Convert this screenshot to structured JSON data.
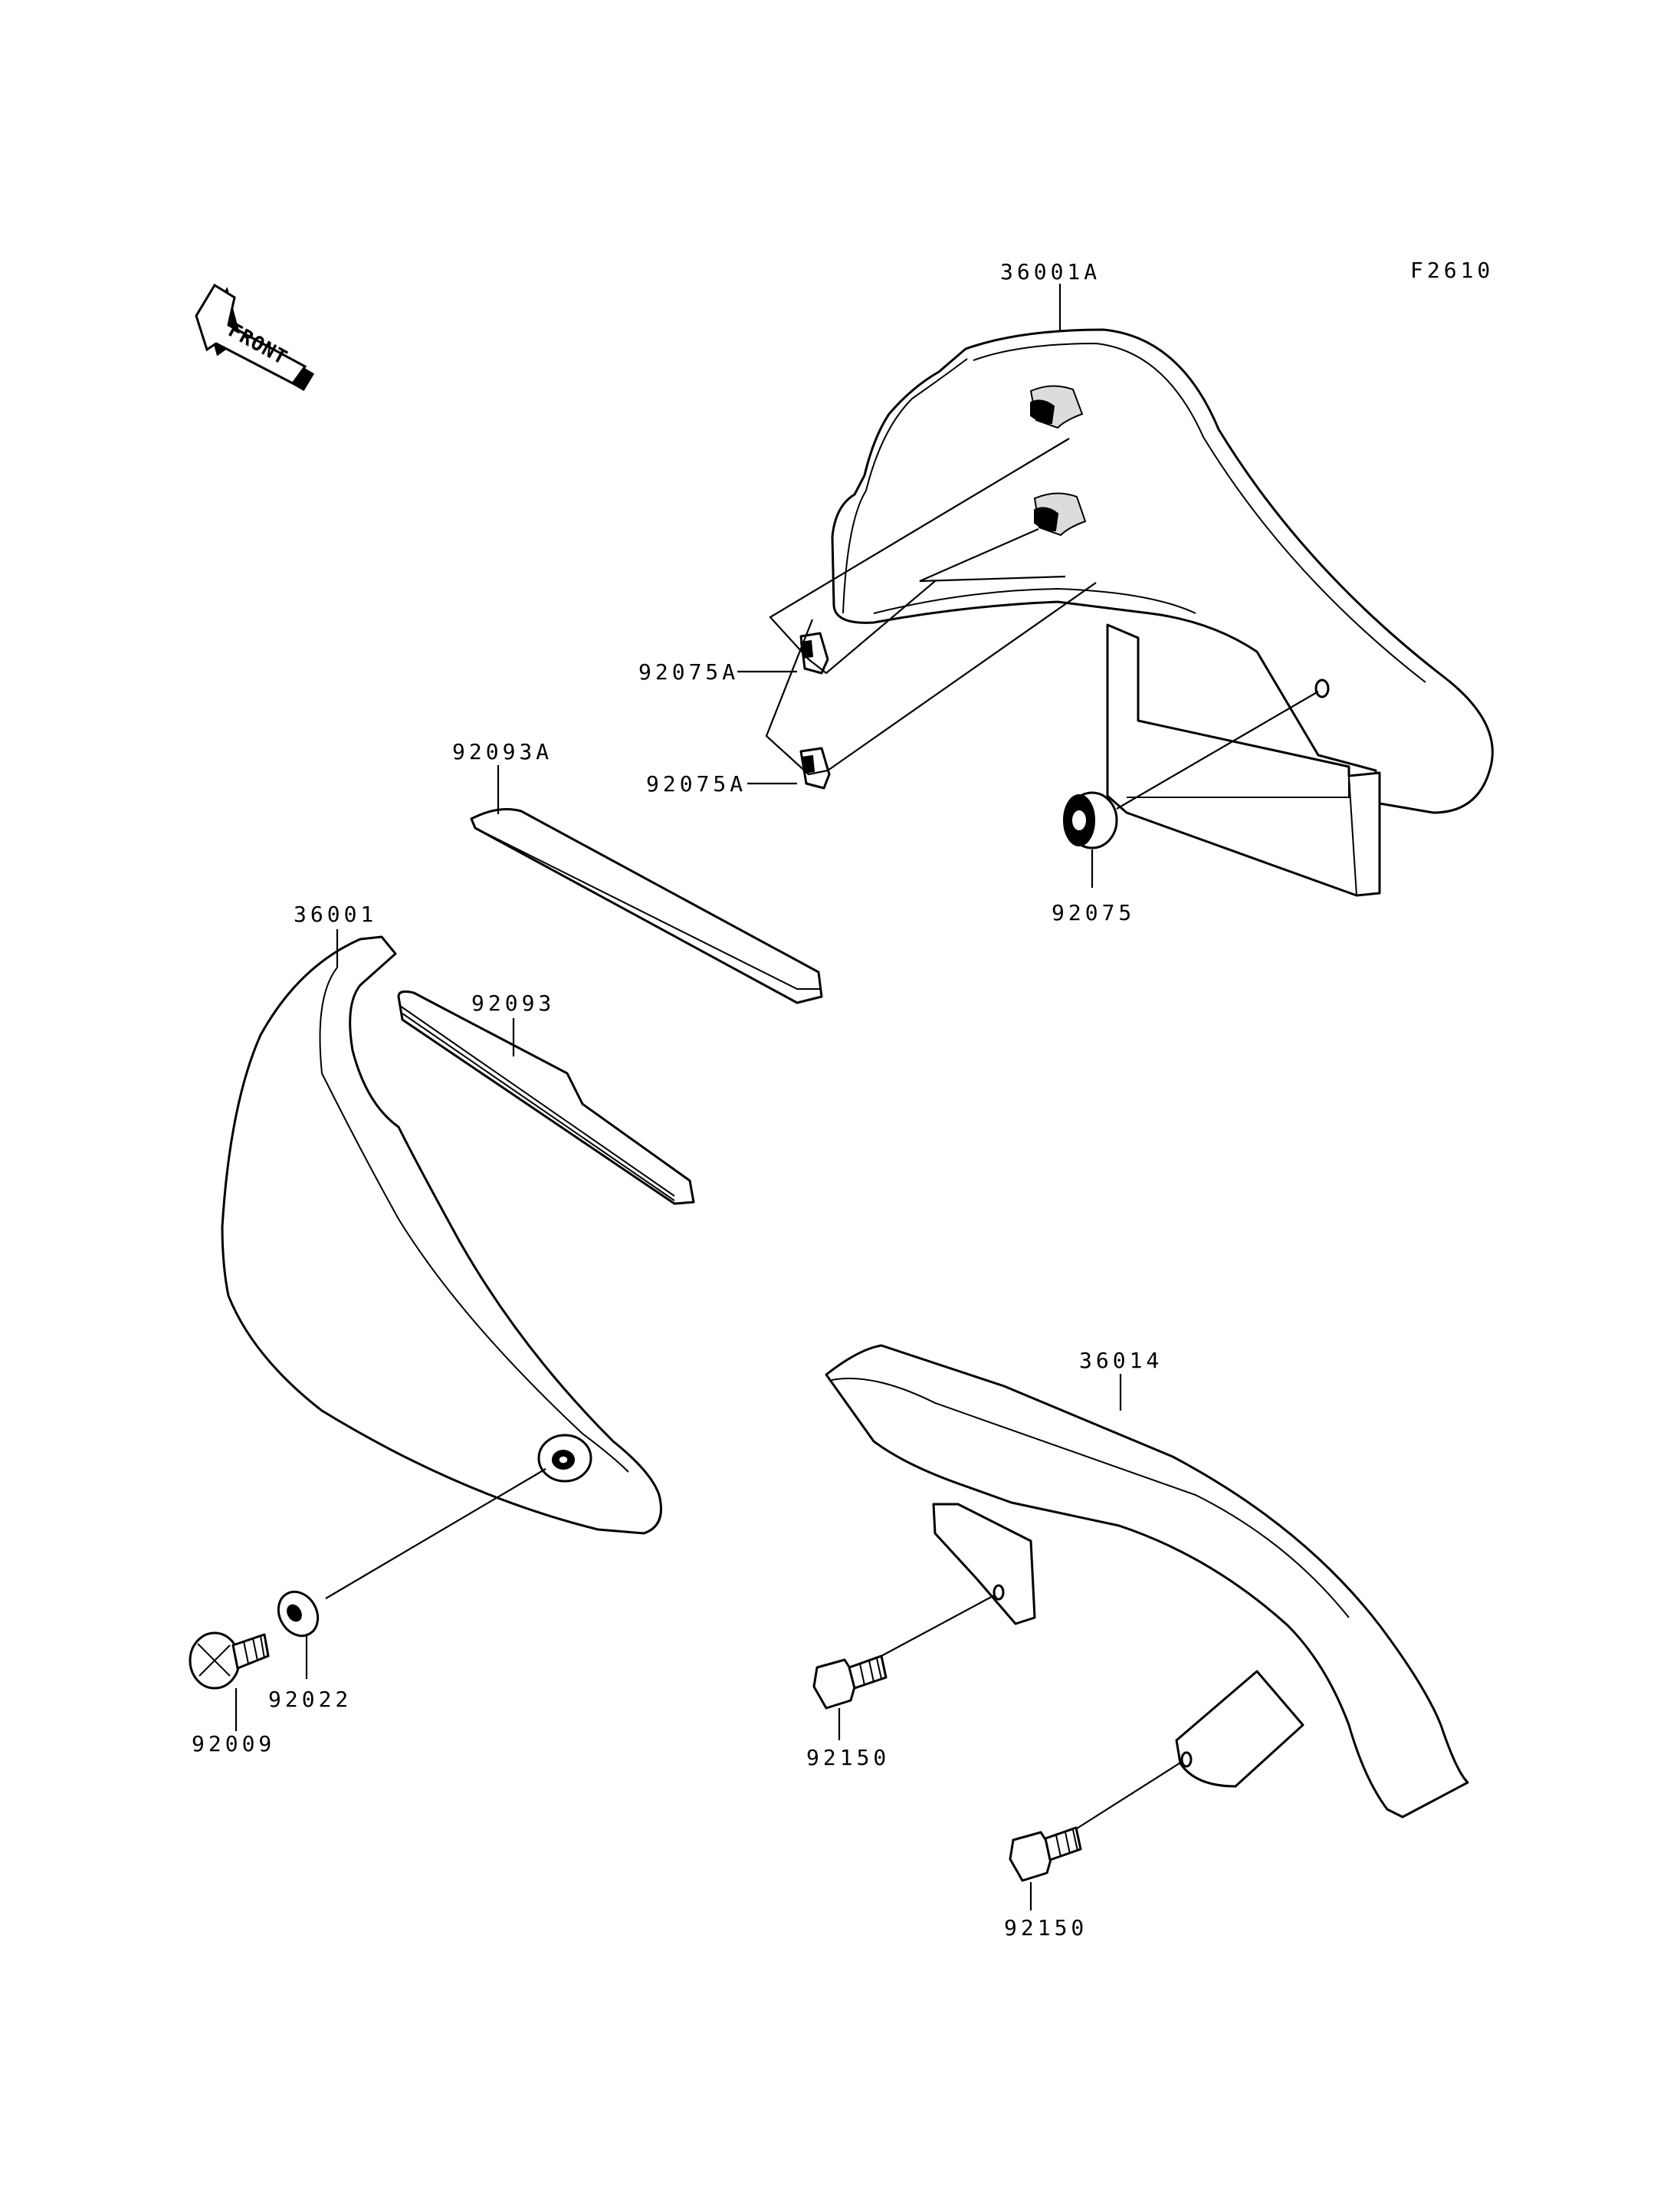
{
  "diagram": {
    "figure_code": "F2610",
    "front_label": "FRONT",
    "parts": {
      "p36001A": "36001A",
      "p92075A_upper": "92075A",
      "p92075A_lower": "92075A",
      "p92093A": "92093A",
      "p92075": "92075",
      "p36001": "36001",
      "p92093": "92093",
      "p36014": "36014",
      "p92022": "92022",
      "p92009": "92009",
      "p92150_upper": "92150",
      "p92150_lower": "92150"
    }
  }
}
